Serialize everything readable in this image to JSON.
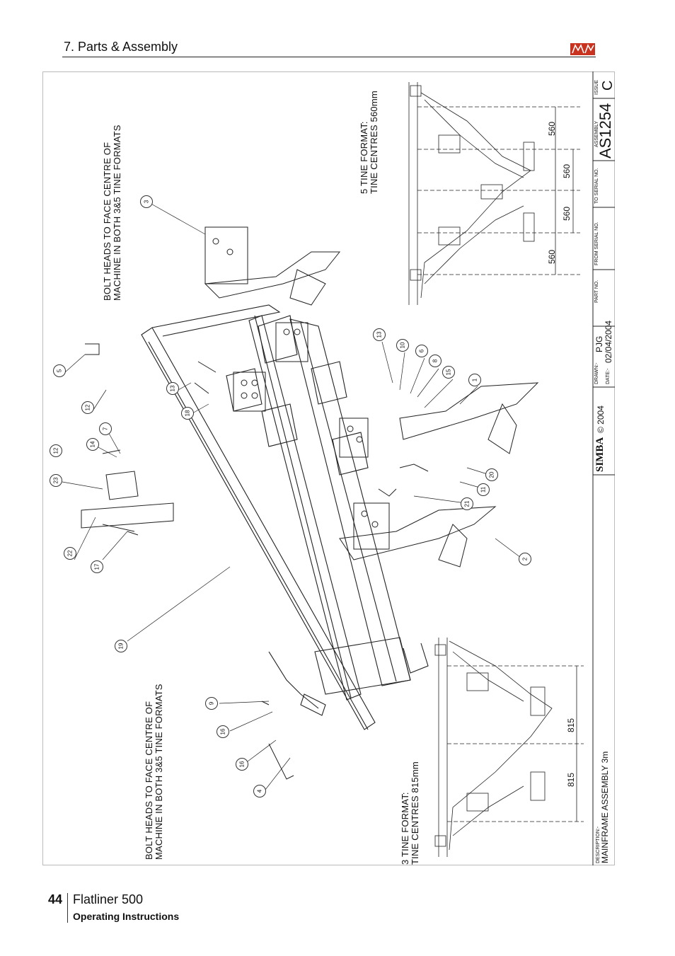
{
  "header": {
    "section_title": "7. Parts & Assembly"
  },
  "notes": {
    "bolt_heads_top": [
      "BOLT HEADS TO FACE CENTRE OF",
      "MACHINE IN BOTH 3&5 TINE FORMATS"
    ],
    "bolt_heads_bottom": [
      "BOLT HEADS TO FACE CENTRE OF",
      "MACHINE IN BOTH 3&5 TINE FORMATS"
    ],
    "five_tine": [
      "5 TINE FORMAT:",
      "TINE CENTRES 560mm"
    ],
    "three_tine": [
      "3 TINE FORMAT:",
      "TINE CENTRES 815mm"
    ]
  },
  "dimensions": {
    "five_tine": [
      "560",
      "560",
      "560",
      "560"
    ],
    "three_tine": [
      "815",
      "815"
    ]
  },
  "callouts": [
    "3",
    "5",
    "12",
    "13",
    "18",
    "7",
    "14",
    "12",
    "23",
    "22",
    "17",
    "19",
    "9",
    "16",
    "16",
    "4",
    "13",
    "10",
    "6",
    "8",
    "15",
    "1",
    "20",
    "11",
    "21",
    "2"
  ],
  "title_block": {
    "issue_label": "ISSUE",
    "issue": "C",
    "assembly_label": "ASSEMBLY",
    "assembly": "AS1254",
    "to_serial_label": "TO SERIAL NO.",
    "from_serial_label": "FROM SERIAL NO.",
    "part_label": "PART NO.",
    "drawn_label": "DRAWN:-",
    "drawn": "PJG",
    "date_label": "DATE:-",
    "date": "02/04/2004",
    "brand": "SIMBA",
    "copyright": "© 2004",
    "description_label": "DESCRIPTION:-",
    "description": "MAINFRAME ASSEMBLY 3m"
  },
  "footer": {
    "page_number": "44",
    "product": "Flatliner 500",
    "subtitle": "Operating Instructions"
  },
  "colors": {
    "logo_red": "#c8321e",
    "line": "#222222"
  }
}
